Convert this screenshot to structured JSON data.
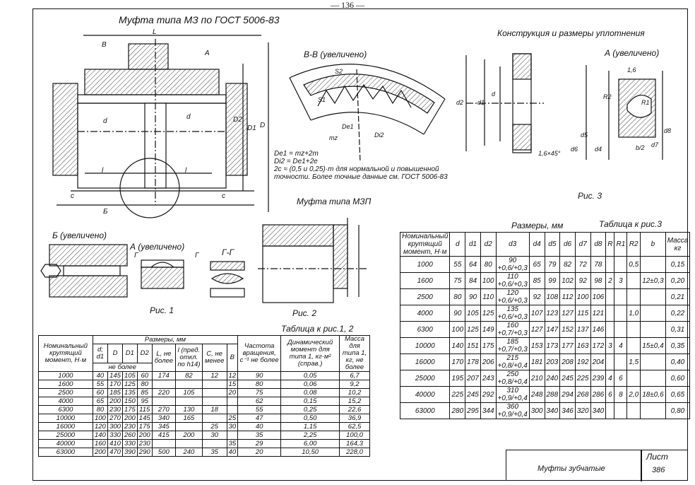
{
  "page_number": "— 136 —",
  "drawing": {
    "main_title": "Муфта типа МЗ по ГОСТ 5006-83",
    "section_bb": "В-В (увеличено)",
    "seal_title": "Конструкция и размеры уплотнения",
    "seal_detail": "А (увеличено)",
    "mzp_title": "Муфта типа МЗП",
    "detail_b": "Б (увеличено)",
    "detail_a": "А (увеличено)",
    "section_gg": "Г-Г",
    "fig1": "Рис. 1",
    "fig2": "Рис. 2",
    "fig3": "Рис. 3",
    "dims": {
      "L": "L",
      "l": "l",
      "d": "d",
      "D": "D",
      "D1": "D1",
      "D2": "D2",
      "c": "c",
      "A": "A",
      "B": "В",
      "Bb": "Б",
      "G": "Г",
      "mz": "mz",
      "s1": "S1",
      "s2": "S2",
      "De1": "De1",
      "Di2": "Di2",
      "chamfer": "1,6×45°",
      "b2": "b/2",
      "w16": "1,6",
      "R2": "R2",
      "R1": "R1",
      "d2": "d2",
      "d1": "d1",
      "d5": "d5",
      "d6": "d6",
      "d4": "d4",
      "d7": "d7",
      "d8": "d8"
    },
    "notes": [
      "De1 = mz+2m",
      "Di2 = De1+2e",
      "2c ≈ (0,5 и 0,25)·m для нормальной и повышенной",
      "точности. Более точные данные см. ГОСТ 5006-83"
    ]
  },
  "table1": {
    "caption": "Таблица к рис.1, 2",
    "headers": {
      "torque": "Номинальный крутящий момент, Н·м",
      "sizes": "Размеры, мм",
      "d": "d; d1",
      "D": "D",
      "D1": "D1",
      "D2": "D2",
      "max": "не более",
      "L": "L, не более",
      "l": "l (пред. откл. по h14)",
      "C": "C, не менее",
      "B": "B",
      "speed": "Частота вращения, с⁻¹ не более",
      "dyn": "Динамический момент для типа 1, кг·м² (справ.)",
      "mass": "Масса для типа 1, кг, не более"
    },
    "rows": [
      [
        "1000",
        "40",
        "145",
        "105",
        "60",
        "174",
        "82",
        "12",
        "12",
        "90",
        "0,05",
        "6,7"
      ],
      [
        "1600",
        "55",
        "170",
        "125",
        "80",
        "",
        "",
        "",
        "15",
        "80",
        "0,06",
        "9,2"
      ],
      [
        "2500",
        "60",
        "185",
        "135",
        "85",
        "220",
        "105",
        "",
        "20",
        "75",
        "0,08",
        "10,2"
      ],
      [
        "4000",
        "65",
        "200",
        "150",
        "95",
        "",
        "",
        "",
        "",
        "62",
        "0,15",
        "15,2"
      ],
      [
        "6300",
        "80",
        "230",
        "175",
        "115",
        "270",
        "130",
        "18",
        "",
        "55",
        "0,25",
        "22,6"
      ],
      [
        "10000",
        "100",
        "270",
        "200",
        "145",
        "340",
        "165",
        "",
        "25",
        "47",
        "0,50",
        "36,9"
      ],
      [
        "16000",
        "120",
        "300",
        "230",
        "175",
        "345",
        "",
        "25",
        "30",
        "40",
        "1,15",
        "62,5"
      ],
      [
        "25000",
        "140",
        "330",
        "260",
        "200",
        "415",
        "200",
        "30",
        "",
        "35",
        "2,25",
        "100,0"
      ],
      [
        "40000",
        "160",
        "410",
        "330",
        "230",
        "",
        "",
        "",
        "35",
        "29",
        "6,00",
        "164,3"
      ],
      [
        "63000",
        "200",
        "470",
        "390",
        "290",
        "500",
        "240",
        "35",
        "40",
        "20",
        "10,50",
        "228,0"
      ]
    ]
  },
  "table3": {
    "caption": "Таблица к рис.3",
    "sizes": "Размеры, мм",
    "headers": [
      "Номинальный крутящий момент, Н·м",
      "d",
      "d1",
      "d2",
      "d3",
      "d4",
      "d5",
      "d6",
      "d7",
      "d8",
      "R",
      "R1",
      "R2",
      "b",
      "Масса кг"
    ],
    "rows": [
      [
        "1000",
        "55",
        "64",
        "80",
        "90 +0,6/+0,3",
        "65",
        "79",
        "82",
        "72",
        "78",
        "",
        "",
        "0,5",
        "",
        "0,15"
      ],
      [
        "1600",
        "75",
        "84",
        "100",
        "110 +0,6/+0,3",
        "85",
        "99",
        "102",
        "92",
        "98",
        "2",
        "3",
        "",
        "12±0,3",
        "0,20"
      ],
      [
        "2500",
        "80",
        "90",
        "110",
        "120 +0,6/+0,3",
        "92",
        "108",
        "112",
        "100",
        "106",
        "",
        "",
        "",
        "",
        "0,21"
      ],
      [
        "4000",
        "90",
        "105",
        "125",
        "135 +0,6/+0,3",
        "107",
        "123",
        "127",
        "115",
        "121",
        "",
        "",
        "1,0",
        "",
        "0,22"
      ],
      [
        "6300",
        "100",
        "125",
        "149",
        "160 +0,7/+0,3",
        "127",
        "147",
        "152",
        "137",
        "146",
        "",
        "",
        "",
        "",
        "0,31"
      ],
      [
        "10000",
        "140",
        "151",
        "175",
        "185 +0,7/+0,3",
        "153",
        "173",
        "177",
        "163",
        "172",
        "3",
        "4",
        "",
        "15±0,4",
        "0,35"
      ],
      [
        "16000",
        "170",
        "178",
        "206",
        "215 +0,8/+0,4",
        "181",
        "203",
        "208",
        "192",
        "204",
        "",
        "",
        "1,5",
        "",
        "0,40"
      ],
      [
        "25000",
        "195",
        "207",
        "243",
        "250 +0,8/+0,4",
        "210",
        "240",
        "245",
        "225",
        "239",
        "4",
        "6",
        "",
        "",
        "0,60"
      ],
      [
        "40000",
        "225",
        "245",
        "292",
        "310 +0,9/+0,4",
        "248",
        "288",
        "294",
        "268",
        "286",
        "6",
        "8",
        "2,0",
        "18±0,6",
        "0,65"
      ],
      [
        "63000",
        "280",
        "295",
        "344",
        "360 +0,9/+0,4",
        "300",
        "340",
        "346",
        "320",
        "340",
        "",
        "",
        "",
        "",
        "0,80"
      ]
    ]
  },
  "titleblock": {
    "name": "Муфты зубчатые",
    "sheet_label": "Лист",
    "sheet_number": "386"
  }
}
